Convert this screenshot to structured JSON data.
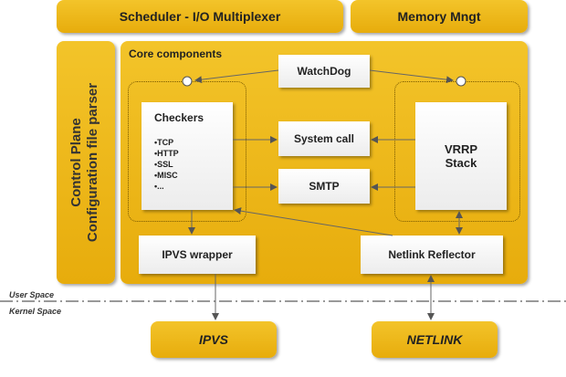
{
  "top": {
    "scheduler": "Scheduler - I/O Multiplexer",
    "memory": "Memory Mngt"
  },
  "side": {
    "line1": "Control Plane",
    "line2": "Configuration file parser"
  },
  "core": {
    "label": "Core components",
    "watchdog": "WatchDog",
    "checkers_title": "Checkers",
    "checkers_items": [
      "TCP",
      "HTTP",
      "SSL",
      "MISC",
      "..."
    ],
    "system_call": "System call",
    "smtp": "SMTP",
    "vrrp_line1": "VRRP",
    "vrrp_line2": "Stack",
    "ipvs_wrapper": "IPVS wrapper",
    "netlink_reflector": "Netlink Reflector"
  },
  "spaces": {
    "user": "User Space",
    "kernel": "Kernel Space"
  },
  "bottom": {
    "ipvs": "IPVS",
    "netlink": "NETLINK"
  }
}
